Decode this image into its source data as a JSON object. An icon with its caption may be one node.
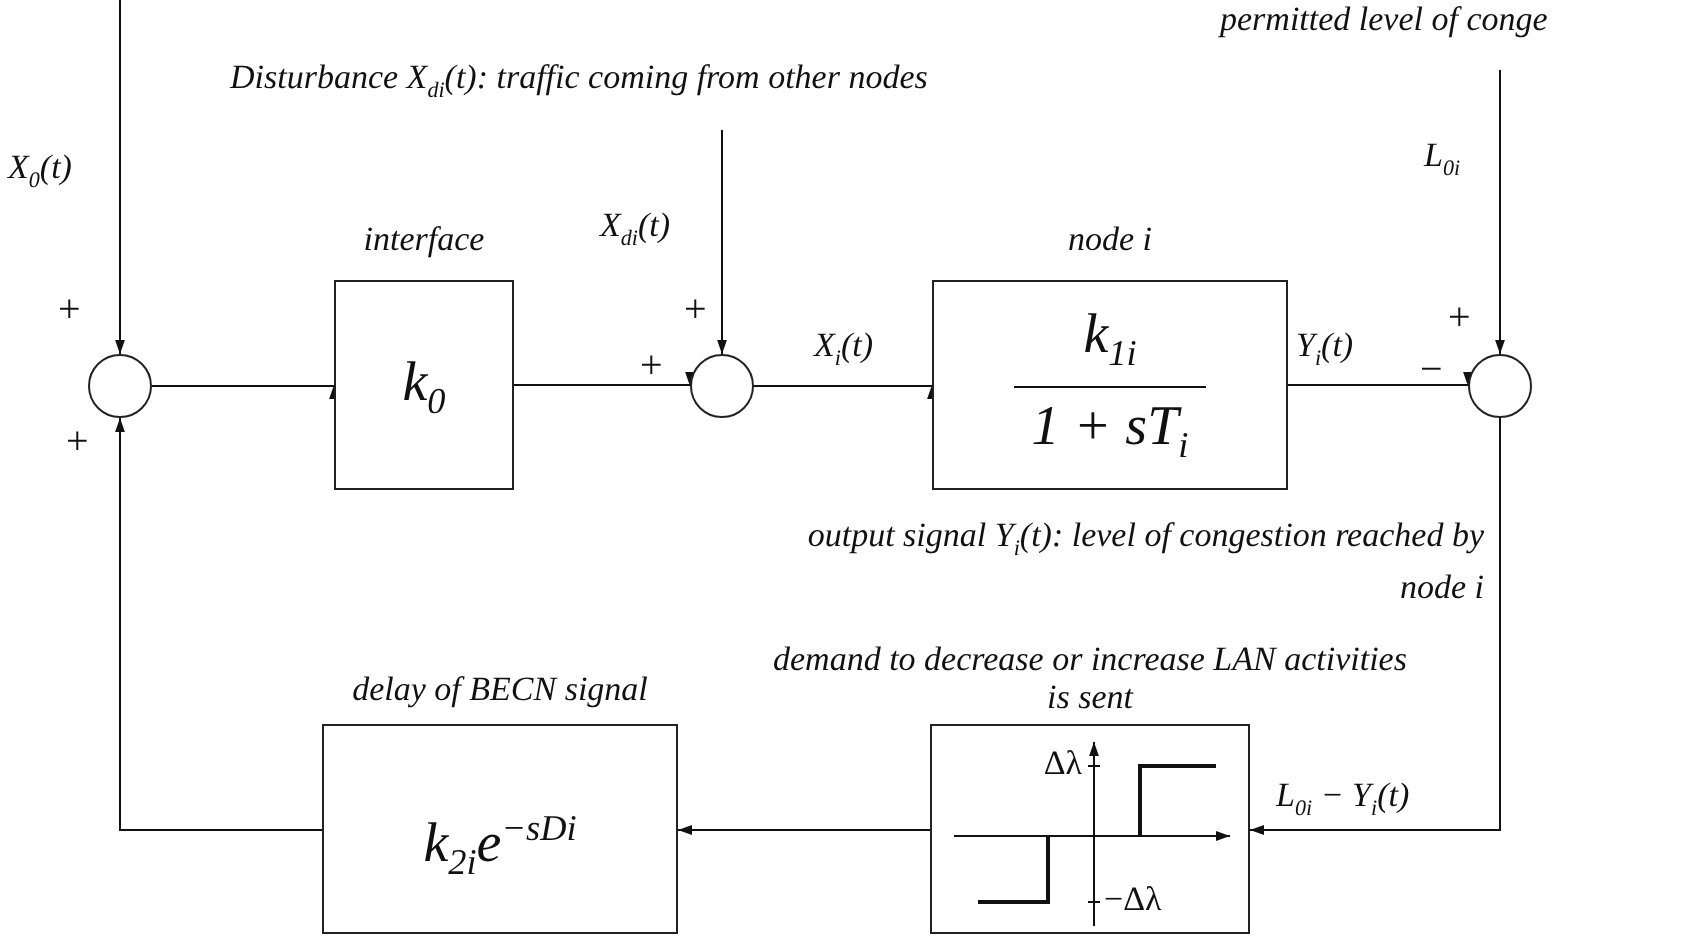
{
  "diagram": {
    "nodes": [
      {
        "text": [],
        "shape": "circle"
      },
      {
        "text": [
          "interface",
          "k$_{0}$"
        ]
      },
      {
        "text": [],
        "shape": "circle"
      },
      {
        "text": [
          "node i",
          "k$_{1i}$",
          "1 + sT$_{i}$"
        ]
      },
      {
        "text": [],
        "shape": "circle"
      },
      {
        "text": [
          "demand to decrease or increase LAN activities is sent",
          "Δλ",
          "−Δλ"
        ]
      },
      {
        "text": [
          "delay of BECN signal",
          "k$_{2i}$e$^{−sDi}$"
        ]
      }
    ],
    "edges": [
      {
        "from": null,
        "to": 0,
        "arrow": "to",
        "label": "X$_{0}$(t)"
      },
      {
        "from": 0,
        "to": 1,
        "arrow": "to"
      },
      {
        "from": 1,
        "to": 2,
        "arrow": "to"
      },
      {
        "from": null,
        "to": 2,
        "arrow": "to",
        "label": "X$_{di}$(t)"
      },
      {
        "from": 2,
        "to": 3,
        "arrow": "to",
        "label": "X$_{i}$(t)"
      },
      {
        "from": 3,
        "to": 4,
        "arrow": "to",
        "label": "Y$_{i}$(t)"
      },
      {
        "from": null,
        "to": 4,
        "arrow": "to",
        "label": "L$_{0i}$"
      },
      {
        "from": 4,
        "to": 5,
        "arrow": "to",
        "label": "L$_{0i}$ − Y$_{i}$(t)"
      },
      {
        "from": 5,
        "to": 6,
        "arrow": "to"
      },
      {
        "from": 6,
        "to": 0,
        "arrow": "to"
      }
    ],
    "labels": [
      "permitted level of conge",
      "Disturbance X$_{di}$(t): traffic coming from other nodes",
      "+",
      "+",
      "+",
      "+",
      "+",
      "−",
      "output signal Y$_{i}$(t): level of congestion reached by node i"
    ]
  }
}
